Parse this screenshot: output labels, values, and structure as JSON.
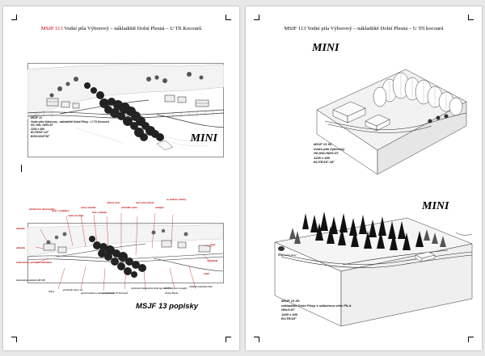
{
  "left_page": {
    "header_first": "MSJF 113",
    "header_rest": " Vodní pila Výborový – nákladiště Dolní Plesná – U Tří Kocourů",
    "plan_caption": [
      "MSJF 13",
      "Vodní pila Výborový - nákladiště Dolní Plesy - U Tří Kocourů",
      "H0, H0e, H0f/1:87",
      "1200 x 400",
      "ELITE/15°-18°",
      "BUS/14/18°36°"
    ],
    "plan_mini": "MINI",
    "labelled_title": "MSJF 13 popisky",
    "labels_top": [
      "pohled přes doprovodná",
      "lesík s vyhlídkou",
      "vodní na okraji",
      "hrany stavidlo",
      "levá v příkopu",
      "věžový most",
      "převaděč vodní",
      "most přes průsek",
      "vodojem",
      "ve stáčení u bažiny"
    ],
    "labels_left": [
      "nákladní",
      "odbočka",
      "sklad dřeva u příčného zahloubení",
      "lokomotiva nákladní BN 306"
    ],
    "labels_right": [
      "tunel",
      "nakladiště",
      "sklad"
    ],
    "labels_bottom": [
      "dřevy",
      "přístavek vlak a víc",
      "pozorovatelna a okrasná ohrada",
      "portál tunelu Tří Kocourů",
      "motorová lokomotiva linda typ BN 178",
      "záchody pro cestující",
      "skládka materiálu dřev",
      "Jindra Škola"
    ]
  },
  "right_page": {
    "header": "MSJF 113 Vodní pila Výborový – nákladiště Dolní Plesná – U Tří kocourů",
    "mini_1": "MINI",
    "mini_2": "MINI",
    "caption_1": [
      "MSJF 13 3D",
      "Vodní pila Výborový",
      "H0-H0e-H0f/1:87",
      "1200 x 400",
      "ELITE/15°-18°"
    ],
    "caption_2": [
      "MSJF 13 3D",
      "nákladiště Dolní Plesy s odbočnou větví PILA",
      "H0e/1:87",
      "1400 x 400",
      "ELITE/18°"
    ],
    "tunnel_label": "Kolomazný tunel"
  }
}
